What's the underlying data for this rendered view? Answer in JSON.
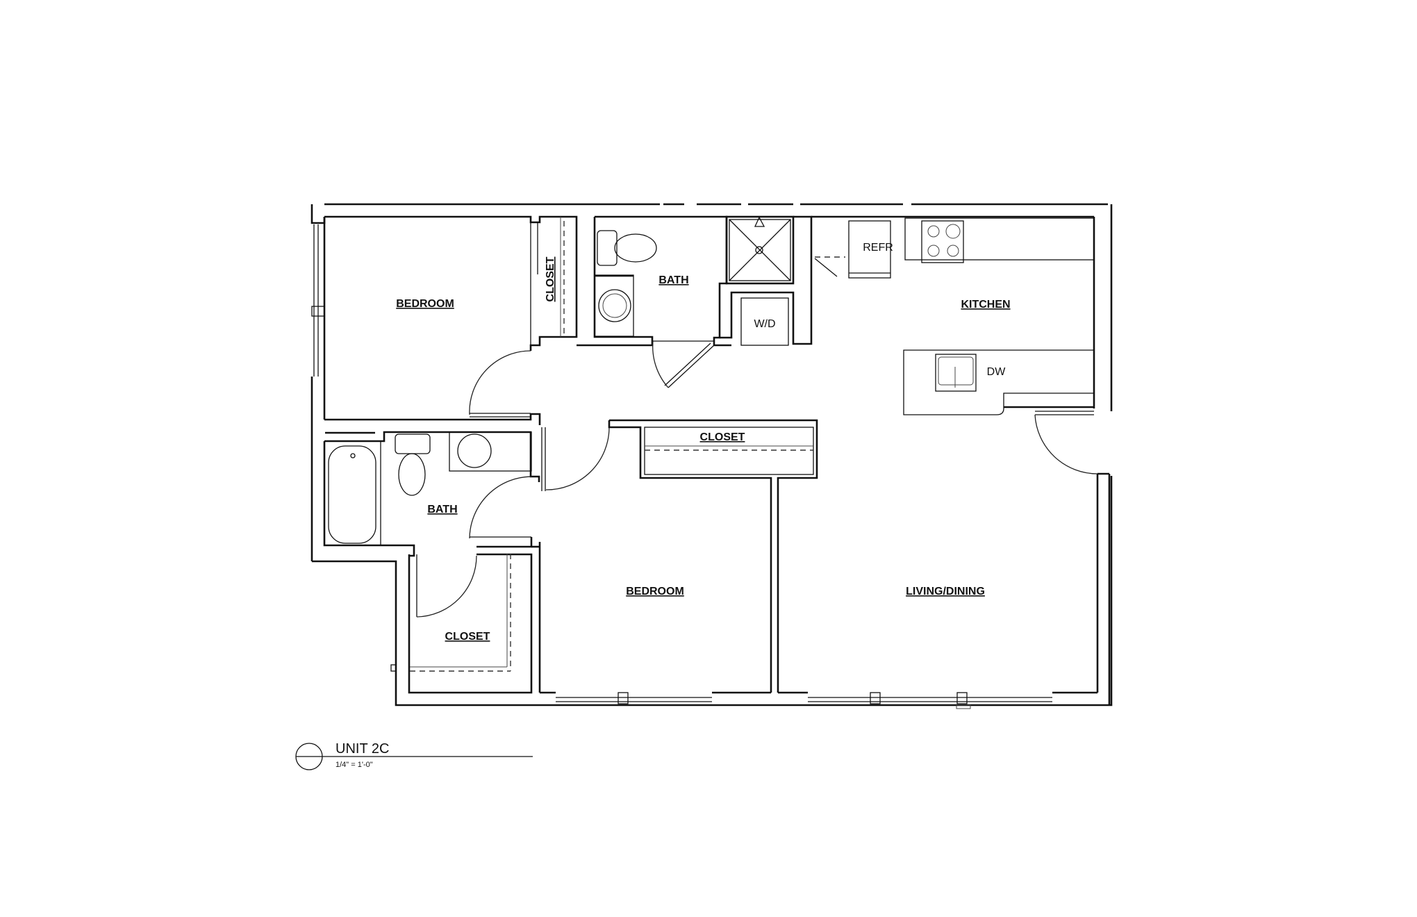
{
  "plan": {
    "title": "UNIT 2C",
    "scale": "1/4\" = 1'-0\""
  },
  "rooms": {
    "bedroom_1": "BEDROOM",
    "closet_1": "CLOSET",
    "bath_1": "BATH",
    "kitchen": "KITCHEN",
    "bath_2": "BATH",
    "closet_2": "CLOSET",
    "closet_3": "CLOSET",
    "bedroom_2": "BEDROOM",
    "living_dining": "LIVING/DINING"
  },
  "fixtures": {
    "washer_dryer": "W/D",
    "refrigerator": "REFR",
    "dishwasher": "DW"
  },
  "colors": {
    "line": "#111111",
    "background": "#ffffff"
  }
}
